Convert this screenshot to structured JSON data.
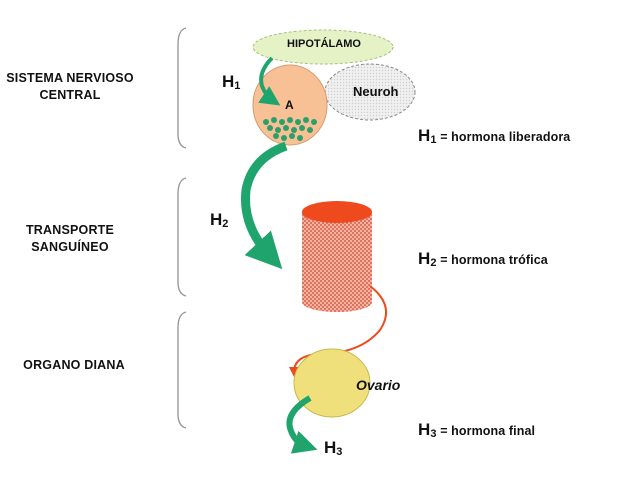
{
  "sections": {
    "snc_line1": "SISTEMA NERVIOSO",
    "snc_line2": "CENTRAL",
    "transport_line1": "TRANSPORTE",
    "transport_line2": "SANGUÍNEO",
    "target": "ORGANO DIANA"
  },
  "nodes": {
    "hypothalamus": "HIPOTÁLAMO",
    "neurohypophysis": "Neuroh",
    "adenohypophysis": "A",
    "ovary": "Ovario"
  },
  "arrows": {
    "h1": "H",
    "h1_sub": "1",
    "h2": "H",
    "h2_sub": "2",
    "h3": "H",
    "h3_sub": "3"
  },
  "legend": {
    "h1_prefix": "H",
    "h1_sub": "1",
    "h1_text": "= hormona liberadora",
    "h2_prefix": "H",
    "h2_sub": "2",
    "h2_text": "= hormona trófica",
    "h3_prefix": "H",
    "h3_sub": "3",
    "h3_text": "= hormona final"
  },
  "colors": {
    "hypothalamus_fill": "#e4f2c6",
    "adeno_fill": "#f7c095",
    "dots": "#2e9e6a",
    "green_arrow": "#1fa46e",
    "vessel_top": "#ee4a1e",
    "vessel_body": "#f4b4a4",
    "red_arrow": "#ee4a1e",
    "ovary_fill": "#efe07c"
  }
}
